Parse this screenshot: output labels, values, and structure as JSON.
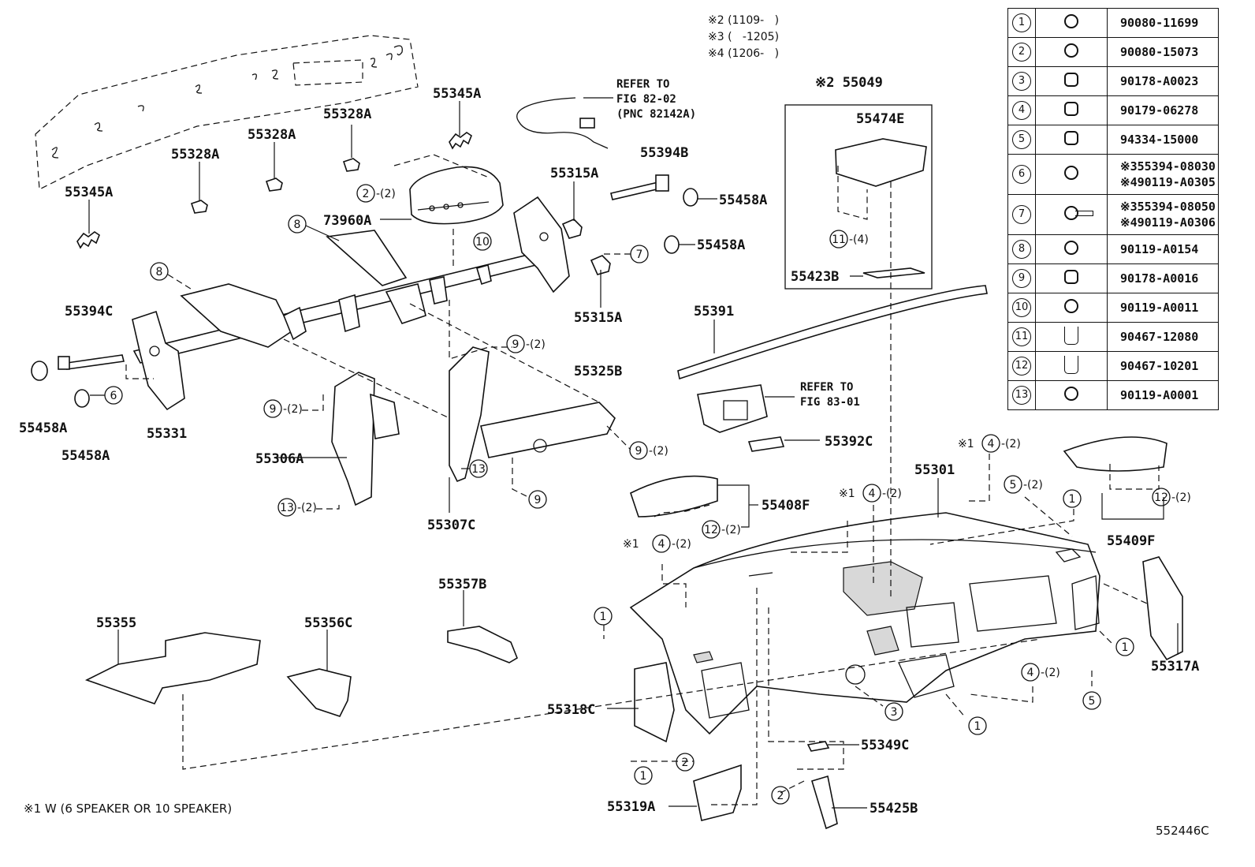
{
  "notes": [
    "※2 (1109-   )",
    "※3 (   -1205)",
    "※4 (1206-   )"
  ],
  "footer_note": "※1 W (6 SPEAKER  OR  10 SPEAKER)",
  "figure_code": "552446C",
  "labels": {
    "p55345A_top": "55345A",
    "p55328A_a": "55328A",
    "p55328A_b": "55328A",
    "p55328A_c": "55328A",
    "p55345A_left": "55345A",
    "refer_to_1": "REFER TO",
    "refer_fig_1": "FIG 82-02",
    "refer_pnc_1": "(PNC 82142A)",
    "p55049": "※2 55049",
    "p55474E": "55474E",
    "p55394B": "55394B",
    "p55315A_top": "55315A",
    "p55458A_r1": "55458A",
    "p55458A_r2": "55458A",
    "p73960A": "73960A",
    "p55315A_mid": "55315A",
    "p55423B": "55423B",
    "p55394C": "55394C",
    "p55391": "55391",
    "p55325B": "55325B",
    "refer_to_2": "REFER TO",
    "refer_fig_2": "FIG 83-01",
    "p55458A_l1": "55458A",
    "p55331": "55331",
    "p55458A_l2": "55458A",
    "p55392C": "55392C",
    "p55306A": "55306A",
    "p55301": "55301",
    "p55408F": "55408F",
    "p55307C": "55307C",
    "p55409F": "55409F",
    "p55357B": "55357B",
    "p55355": "55355",
    "p55356C": "55356C",
    "p55317A": "55317A",
    "p55318C": "55318C",
    "p55349C": "55349C",
    "p55319A": "55319A",
    "p55425B": "55425B"
  },
  "legend": [
    {
      "n": "1",
      "icon": "bolt-icon",
      "pn": [
        "90080-11699"
      ]
    },
    {
      "n": "2",
      "icon": "bolt-icon",
      "pn": [
        "90080-15073"
      ]
    },
    {
      "n": "3",
      "icon": "nut-icon",
      "pn": [
        "90178-A0023"
      ]
    },
    {
      "n": "4",
      "icon": "clip-nut-icon",
      "pn": [
        "90179-06278"
      ]
    },
    {
      "n": "5",
      "icon": "clip-nut-icon",
      "pn": [
        "94334-15000"
      ]
    },
    {
      "n": "6",
      "icon": "bolt-icon",
      "pn": [
        "※355394-08030",
        "※490119-A0305"
      ]
    },
    {
      "n": "7",
      "icon": "long-bolt-icon",
      "pn": [
        "※355394-08050",
        "※490119-A0306"
      ]
    },
    {
      "n": "8",
      "icon": "bolt-icon",
      "pn": [
        "90119-A0154"
      ]
    },
    {
      "n": "9",
      "icon": "nut-icon",
      "pn": [
        "90178-A0016"
      ]
    },
    {
      "n": "10",
      "icon": "bolt-icon",
      "pn": [
        "90119-A0011"
      ]
    },
    {
      "n": "11",
      "icon": "clip-icon",
      "pn": [
        "90467-12080"
      ]
    },
    {
      "n": "12",
      "icon": "clip-icon",
      "pn": [
        "90467-10201"
      ]
    },
    {
      "n": "13",
      "icon": "bolt-icon",
      "pn": [
        "90119-A0001"
      ]
    }
  ],
  "callouts": {
    "c2_2_top": {
      "n": "2",
      "qty": "-(2)"
    },
    "c10": {
      "n": "10",
      "qty": ""
    },
    "c8_top": {
      "n": "8",
      "qty": ""
    },
    "c8_left": {
      "n": "8",
      "qty": ""
    },
    "c7": {
      "n": "7",
      "qty": ""
    },
    "c11": {
      "n": "11",
      "qty": "-(4)"
    },
    "c6": {
      "n": "6",
      "qty": ""
    },
    "c9_a": {
      "n": "9",
      "qty": "-(2)"
    },
    "c9_b": {
      "n": "9",
      "qty": "-(2)"
    },
    "c9_c": {
      "n": "9",
      "qty": "-(2)"
    },
    "c9_d": {
      "n": "9",
      "qty": ""
    },
    "c13_a": {
      "n": "13",
      "qty": "-(2)"
    },
    "c13_b": {
      "n": "13",
      "qty": ""
    },
    "c4_a": {
      "n": "4",
      "qty": "-(2)",
      "pre": "※1"
    },
    "c4_b": {
      "n": "4",
      "qty": "-(2)",
      "pre": "※1"
    },
    "c4_c": {
      "n": "4",
      "qty": "-(2)",
      "pre": "※1"
    },
    "c4_d": {
      "n": "4",
      "qty": "-(2)"
    },
    "c5_a": {
      "n": "5",
      "qty": "-(2)"
    },
    "c5_b": {
      "n": "5",
      "qty": ""
    },
    "c12_a": {
      "n": "12",
      "qty": "-(2)"
    },
    "c12_b": {
      "n": "12",
      "qty": "-(2)"
    },
    "c1_a": {
      "n": "1",
      "qty": ""
    },
    "c1_b": {
      "n": "1",
      "qty": ""
    },
    "c1_c": {
      "n": "1",
      "qty": ""
    },
    "c1_d": {
      "n": "1",
      "qty": ""
    },
    "c1_e": {
      "n": "1",
      "qty": ""
    },
    "c2_a": {
      "n": "2",
      "qty": ""
    },
    "c2_b": {
      "n": "2",
      "qty": ""
    },
    "c3": {
      "n": "3",
      "qty": ""
    }
  }
}
